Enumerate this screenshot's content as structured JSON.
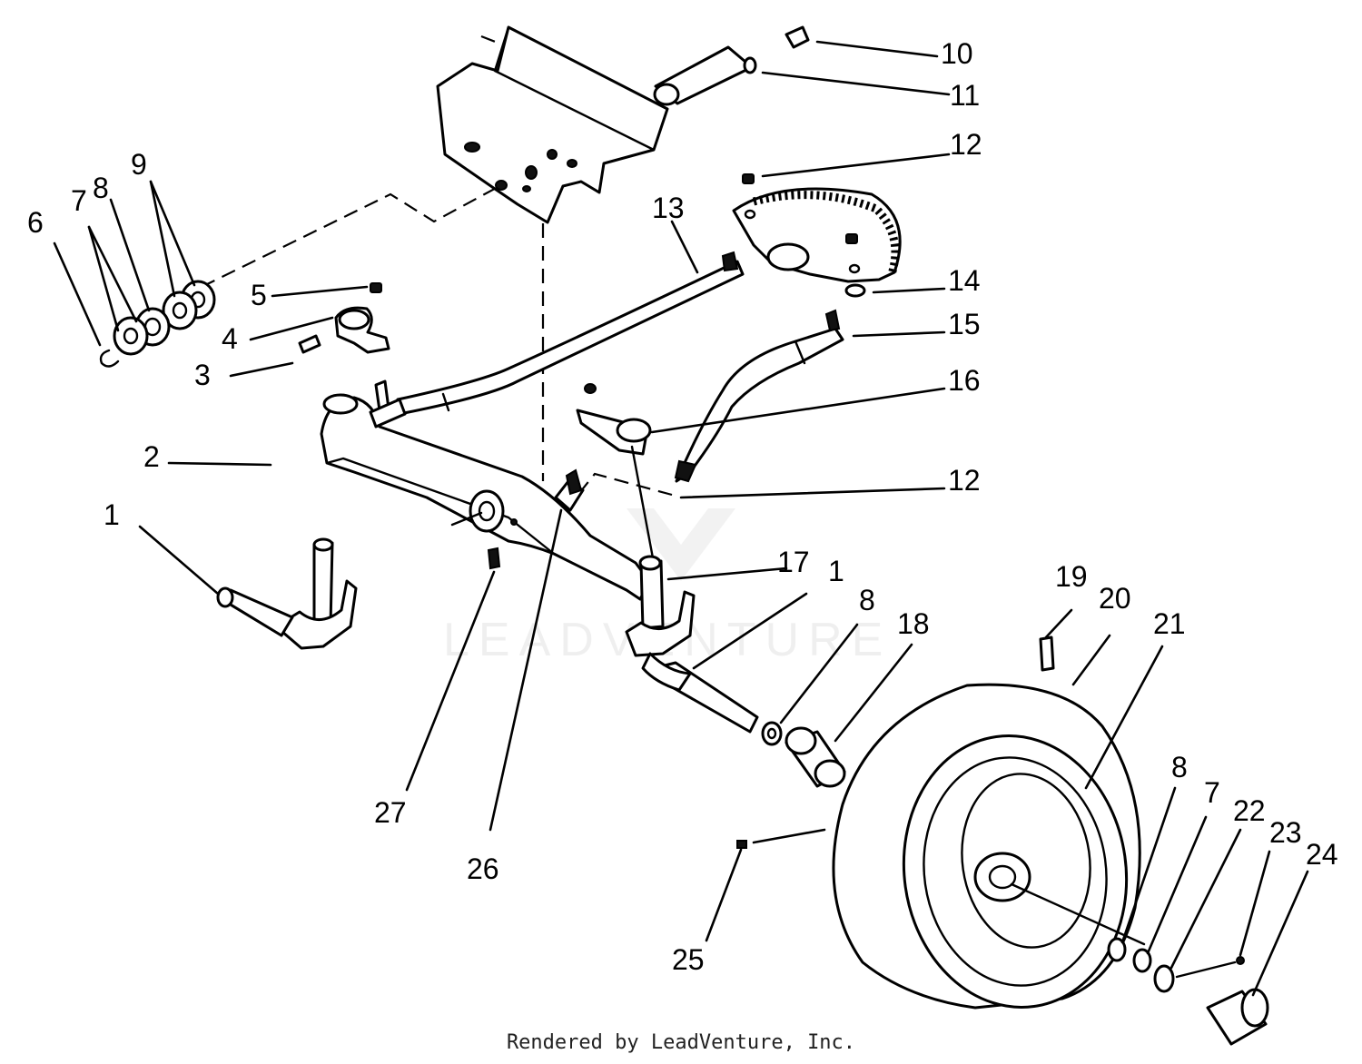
{
  "footer": "Rendered by LeadVenture, Inc.",
  "watermark": "LEADVENTURE",
  "callouts": [
    "10",
    "11",
    "12",
    "13",
    "7",
    "8",
    "9",
    "6",
    "5",
    "4",
    "3",
    "14",
    "15",
    "16",
    "2",
    "12",
    "1",
    "17",
    "1",
    "8",
    "18",
    "19",
    "20",
    "21",
    "27",
    "26",
    "8",
    "7",
    "22",
    "23",
    "24",
    "25"
  ]
}
